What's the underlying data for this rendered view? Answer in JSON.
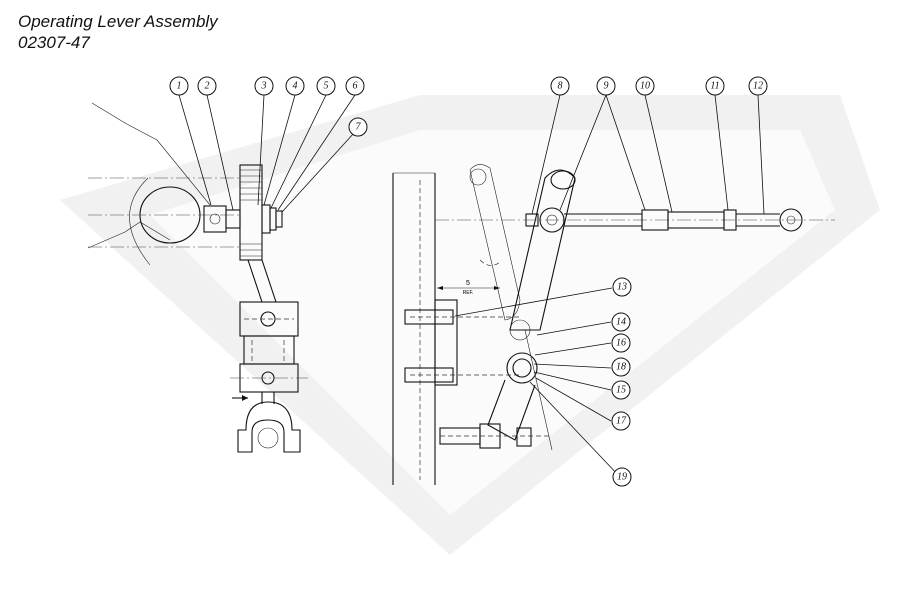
{
  "title": {
    "line1": "Operating Lever Assembly",
    "line2": "02307-47"
  },
  "dimension_label": {
    "value": "5",
    "unit": "REF."
  },
  "callouts": [
    "1",
    "2",
    "3",
    "4",
    "5",
    "6",
    "7",
    "8",
    "9",
    "10",
    "11",
    "12",
    "13",
    "14",
    "16",
    "18",
    "15",
    "17",
    "19"
  ]
}
